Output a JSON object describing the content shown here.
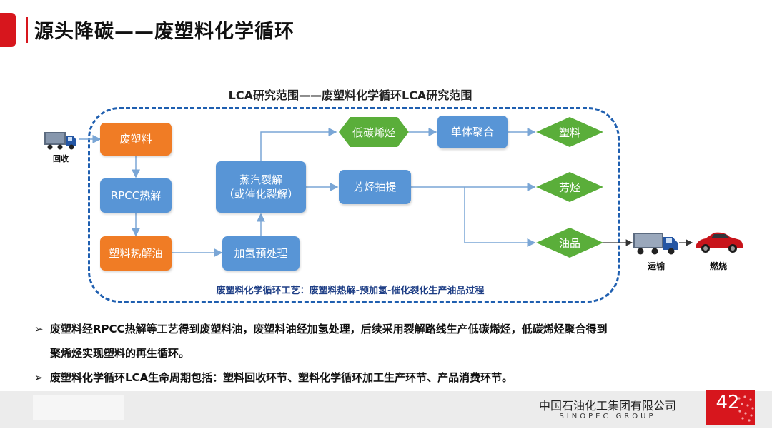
{
  "header": {
    "title": "源头降碳——废塑料化学循环"
  },
  "diagram": {
    "scope_title": "LCA研究范围——废塑料化学循环LCA研究范围",
    "process_caption": "废塑料化学循环工艺：废塑料热解-预加氢-催化裂化生产油品过程",
    "nodes": {
      "waste_plastic": "废塑料",
      "rpcc": "RPCC热解",
      "pyrolysis_oil": "塑料热解油",
      "hydro": "加氢预处理",
      "steam_line1": "蒸汽裂解",
      "steam_line2": "（或催化裂解）",
      "low_carbon": "低碳烯烃",
      "aromatic_extract": "芳烃抽提",
      "monomer": "单体聚合",
      "plastic": "塑料",
      "aromatics": "芳烃",
      "oil": "油品"
    },
    "icons": {
      "recycle_label": "回收",
      "transport_label": "运输",
      "combustion_label": "燃烧"
    },
    "colors": {
      "orange": "#f07c25",
      "blue": "#5895d6",
      "green": "#5aae3a",
      "dash": "#1f5fb0",
      "red": "#d7161d"
    }
  },
  "bullets": [
    {
      "marker": "➢",
      "line1": "废塑料经RPCC热解等工艺得到废塑料油，废塑料油经加氢处理，后续采用裂解路线生产低碳烯烃，低碳烯烃聚合得到",
      "line2": "聚烯烃实现塑料的再生循环。"
    },
    {
      "marker": "➢",
      "line1": "废塑料化学循环LCA生命周期包括：塑料回收环节、塑料化学循环加工生产环节、产品消费环节。"
    }
  ],
  "footer": {
    "company_cn": "中国石油化工集团有限公司",
    "company_en": "SINOPEC GROUP",
    "page_number": "42"
  }
}
